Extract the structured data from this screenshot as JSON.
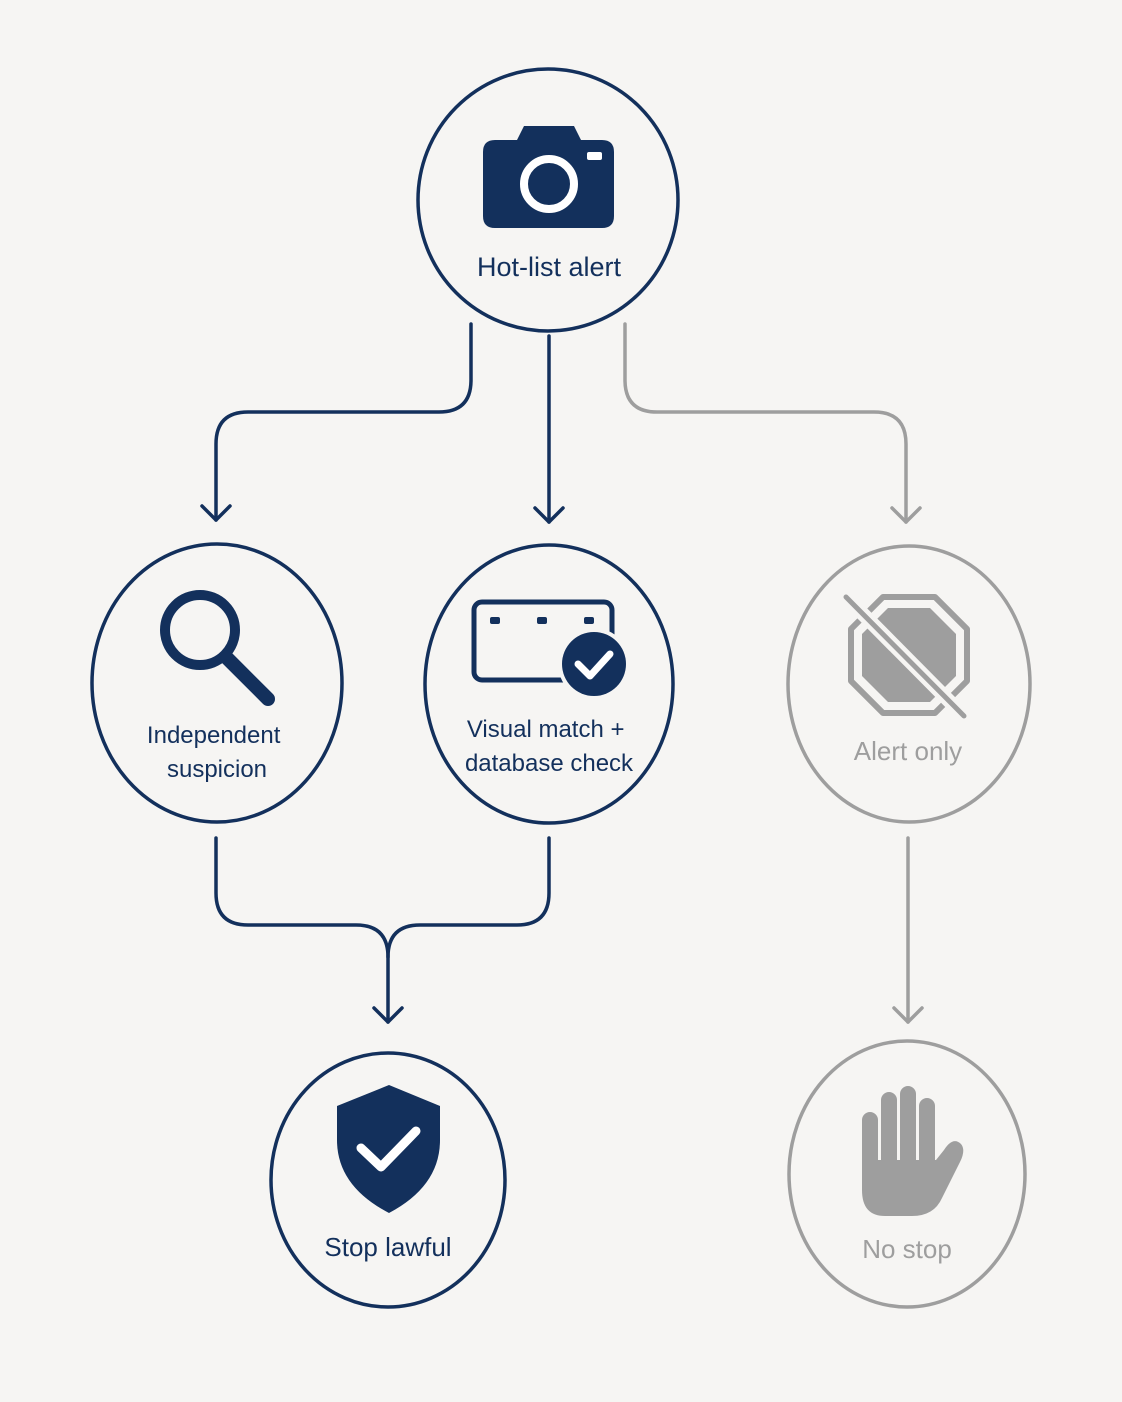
{
  "colors": {
    "primary": "#13305c",
    "muted": "#9e9e9e",
    "background": "#f6f5f3"
  },
  "nodes": {
    "hotlist": {
      "label": "Hot-list alert",
      "icon": "camera-icon"
    },
    "independent": {
      "label_lines": [
        "Independent",
        "suspicion"
      ],
      "icon": "magnifier-icon"
    },
    "visual": {
      "label_lines": [
        "Visual match +",
        "database check"
      ],
      "icon": "plate-check-icon"
    },
    "alert_only": {
      "label": "Alert only",
      "icon": "no-stop-sign-icon"
    },
    "stop_lawful": {
      "label": "Stop lawful",
      "icon": "shield-check-icon"
    },
    "no_stop": {
      "label": "No stop",
      "icon": "hand-icon"
    }
  }
}
